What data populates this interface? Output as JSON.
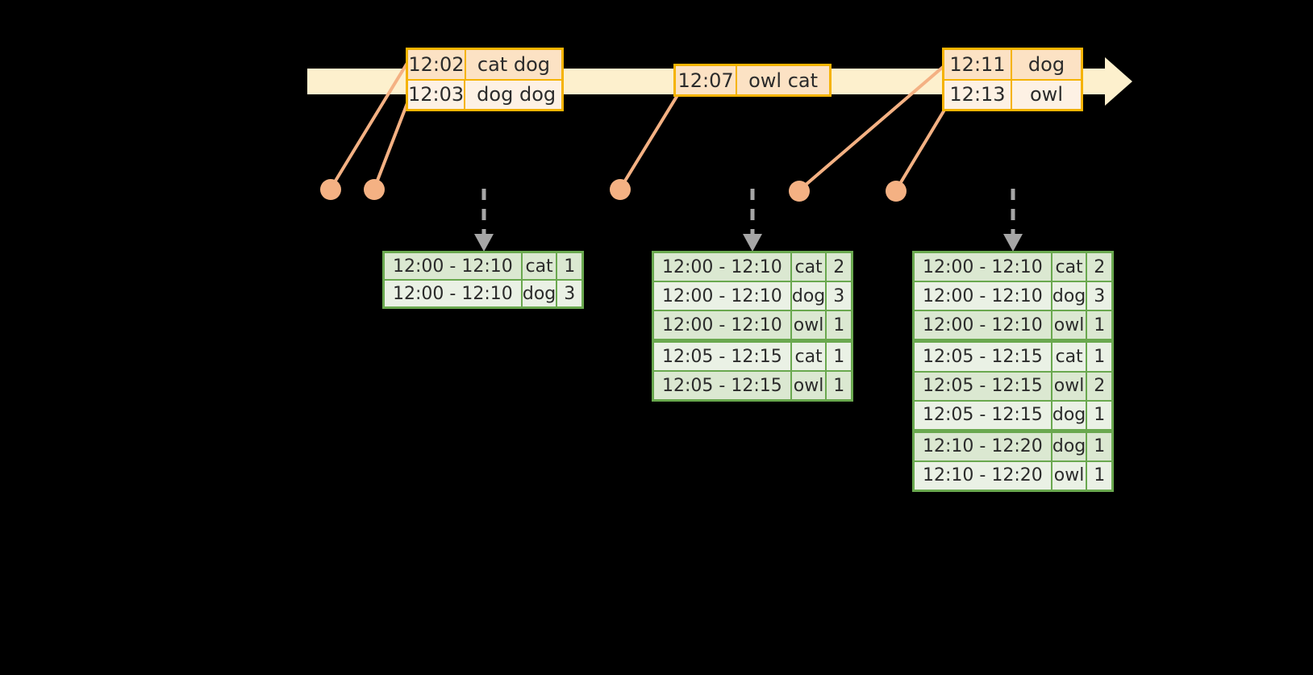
{
  "diagram": {
    "title": "windowed-aggregation-timeline",
    "colors": {
      "background": "#000000",
      "timeline_fill": "#fdf0cd",
      "event_border": "#f5b301",
      "event_fill_dark": "#fce2c4",
      "event_fill_light": "#fdf1e4",
      "table_border": "#6aa84f",
      "table_fill_dark": "#dbe8d1",
      "table_fill_light": "#eaf1e5",
      "connector": "#f4b183",
      "arrow": "#a6a6a6"
    }
  },
  "timeline": {
    "name": "event-time-axis",
    "arrow_direction": "right"
  },
  "event_groups": [
    {
      "name": "event-group-1",
      "rows": [
        {
          "time": "12:02",
          "payload": "cat dog"
        },
        {
          "time": "12:03",
          "payload": "dog dog"
        }
      ]
    },
    {
      "name": "event-group-2",
      "rows": [
        {
          "time": "12:07",
          "payload": "owl cat"
        }
      ]
    },
    {
      "name": "event-group-3",
      "rows": [
        {
          "time": "12:11",
          "payload": "dog"
        },
        {
          "time": "12:13",
          "payload": "owl"
        }
      ]
    }
  ],
  "result_tables": [
    {
      "name": "result-table-1",
      "rows": [
        {
          "window": "12:00 - 12:10",
          "key": "cat",
          "count": "1"
        },
        {
          "window": "12:00 - 12:10",
          "key": "dog",
          "count": "3"
        }
      ]
    },
    {
      "name": "result-table-2",
      "rows": [
        {
          "window": "12:00 - 12:10",
          "key": "cat",
          "count": "2"
        },
        {
          "window": "12:00 - 12:10",
          "key": "dog",
          "count": "3"
        },
        {
          "window": "12:00 - 12:10",
          "key": "owl",
          "count": "1"
        },
        {
          "window": "12:05 - 12:15",
          "key": "cat",
          "count": "1"
        },
        {
          "window": "12:05 - 12:15",
          "key": "owl",
          "count": "1"
        }
      ]
    },
    {
      "name": "result-table-3",
      "rows": [
        {
          "window": "12:00 - 12:10",
          "key": "cat",
          "count": "2"
        },
        {
          "window": "12:00 - 12:10",
          "key": "dog",
          "count": "3"
        },
        {
          "window": "12:00 - 12:10",
          "key": "owl",
          "count": "1"
        },
        {
          "window": "12:05 - 12:15",
          "key": "cat",
          "count": "1"
        },
        {
          "window": "12:05 - 12:15",
          "key": "owl",
          "count": "2"
        },
        {
          "window": "12:05 - 12:15",
          "key": "dog",
          "count": "1"
        },
        {
          "window": "12:10 - 12:20",
          "key": "dog",
          "count": "1"
        },
        {
          "window": "12:10 - 12:20",
          "key": "owl",
          "count": "1"
        }
      ]
    }
  ]
}
